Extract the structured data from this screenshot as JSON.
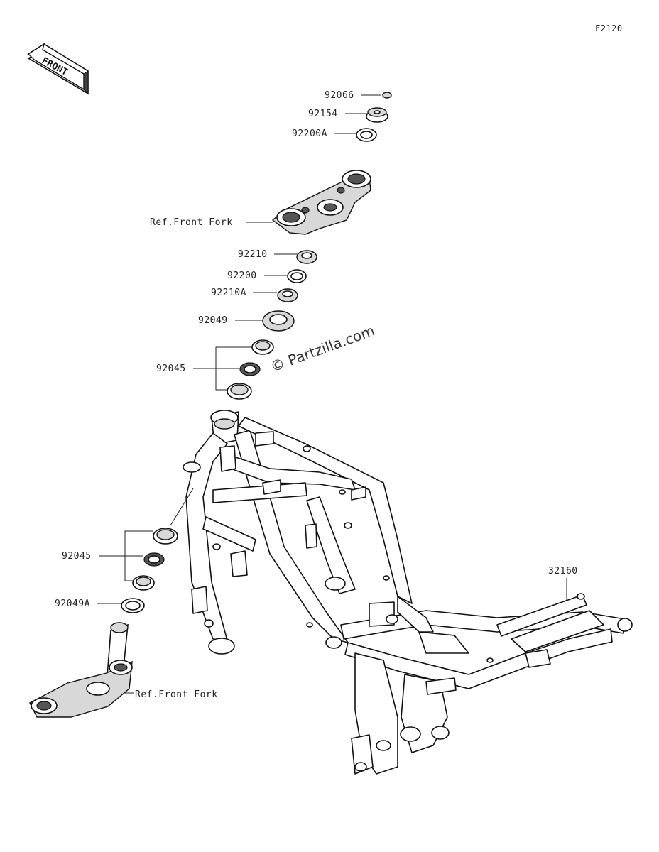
{
  "diagram_code": "F2120",
  "front_arrow": {
    "label": "FRONT"
  },
  "watermark": "© Partzilla.com",
  "callouts": {
    "p92066": "92066",
    "p92154": "92154",
    "p92200A": "92200A",
    "ref_front_fork_top": "Ref.Front Fork",
    "p92210": "92210",
    "p92200": "92200",
    "p92210A": "92210A",
    "p92049": "92049",
    "p92045_upper": "92045",
    "p92045_lower": "92045",
    "p92049A": "92049A",
    "ref_front_fork_bottom": "Ref.Front Fork",
    "p32160": "32160"
  }
}
